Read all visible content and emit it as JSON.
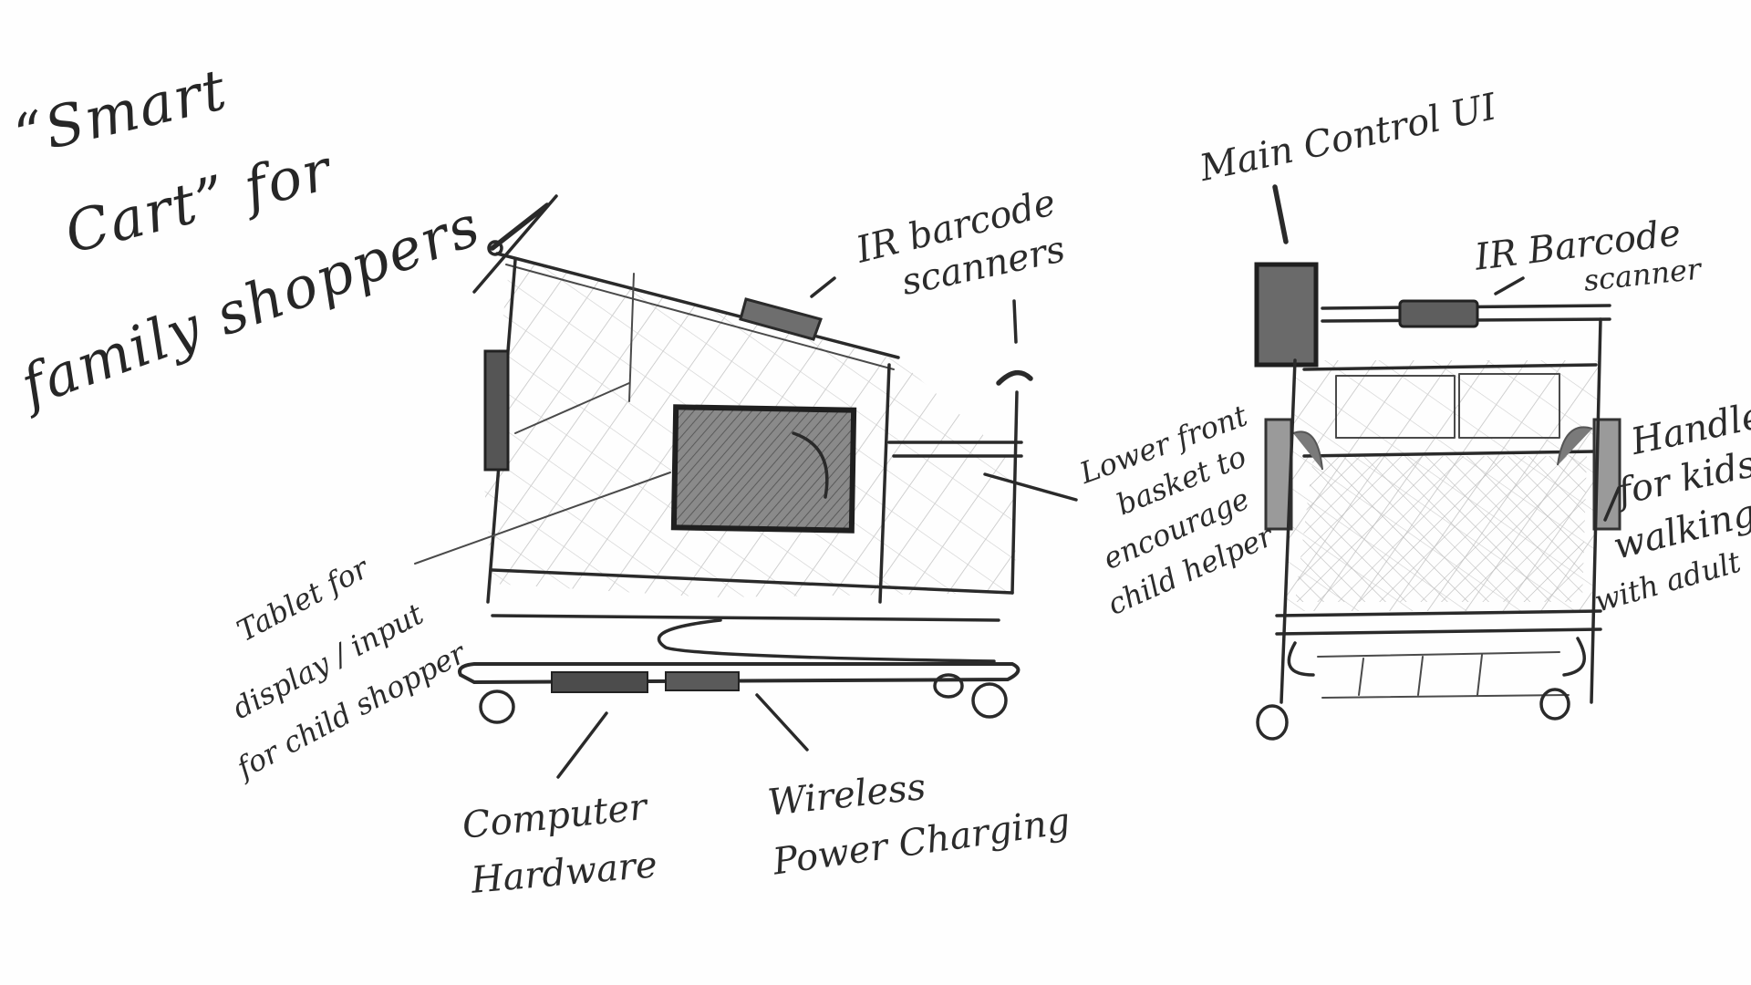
{
  "title": {
    "line1": "“Smart",
    "line2": "Cart” for",
    "line3": "family shoppers"
  },
  "left_cart": {
    "labels": {
      "ir_scanners_1": "IR barcode",
      "ir_scanners_2": "scanners",
      "lower_basket_1": "Lower front",
      "lower_basket_2": "basket to",
      "lower_basket_3": "encourage",
      "lower_basket_4": "child helper",
      "tablet_1": "Tablet for",
      "tablet_2": "display / input",
      "tablet_3": "for child shopper",
      "computer_1": "Computer",
      "computer_2": "Hardware",
      "wireless_1": "Wireless",
      "wireless_2": "Power Charging"
    }
  },
  "right_cart": {
    "labels": {
      "main_ui": "Main Control UI",
      "ir_scanner_1": "IR Barcode",
      "ir_scanner_2": "scanner",
      "handles_1": "Handles",
      "handles_2": "for kids",
      "handles_3": "walking",
      "handles_4": "with adult"
    }
  },
  "colors": {
    "ink": "#2a2a2a",
    "shade": "#6e6e6e",
    "mesh": "#bdbdbd"
  }
}
